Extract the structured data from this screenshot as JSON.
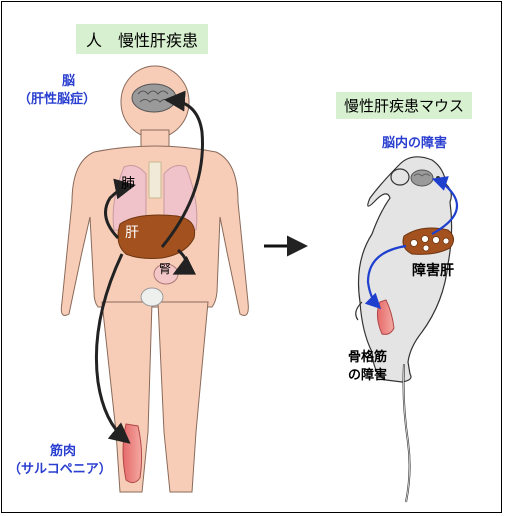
{
  "human": {
    "title": "人　慢性肝疾患",
    "brain_label": "脳",
    "brain_sub": "（肝性脳症）",
    "lung_label": "肺",
    "liver_label": "肝",
    "kidney_label": "腎",
    "muscle_label": "筋肉",
    "muscle_sub": "（サルコペニア）"
  },
  "mouse": {
    "title": "慢性肝疾患マウス",
    "brain_label": "脳内の障害",
    "liver_label": "障害肝",
    "muscle_label_line1": "骨格筋",
    "muscle_label_line2": "の障害"
  },
  "colors": {
    "title_bg": "#d7f0cf",
    "label_blue": "#2a3fd0",
    "skin": "#f7cdb8",
    "liver": "#a3511f",
    "mouse_body": "#e4e4e4"
  }
}
